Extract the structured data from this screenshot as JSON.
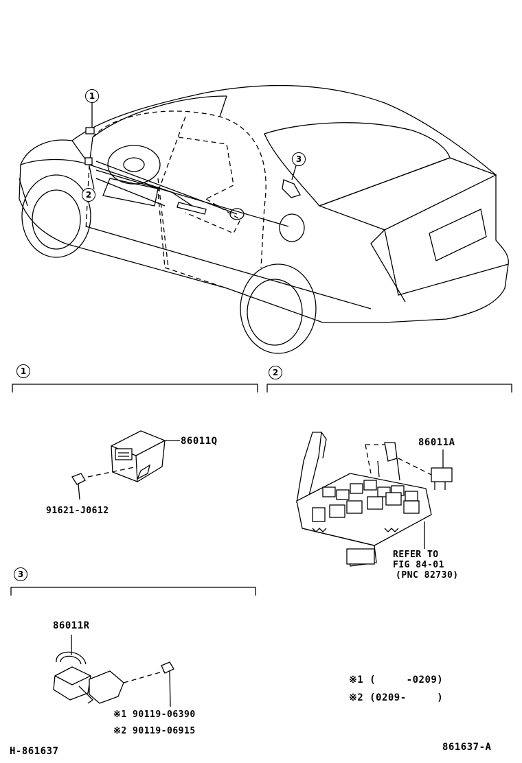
{
  "callouts": {
    "c1": "1",
    "c2": "2",
    "c3": "3"
  },
  "sections": {
    "s1": {
      "number": "1"
    },
    "s2": {
      "number": "2"
    },
    "s3": {
      "number": "3"
    }
  },
  "parts": {
    "relay_q": "86011Q",
    "screw_q": "91621-J0612",
    "relay_a": "86011A",
    "refer_line1": "REFER TO",
    "refer_line2": "FIG 84-01",
    "refer_line3": "(PNC 82730)",
    "relay_r": "86011R",
    "bolt_1": "※1 90119-06390",
    "bolt_2": "※2 90119-06915"
  },
  "notes": {
    "note1": "※1 (     -0209)",
    "note2": "※2 (0209-     )"
  },
  "footer": {
    "left_code": "H-861637",
    "right_code": "861637-A"
  }
}
